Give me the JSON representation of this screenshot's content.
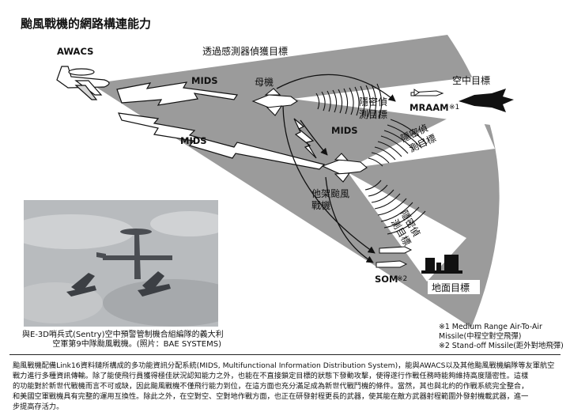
{
  "title": "颱風戰機的網路構連能力",
  "labels": {
    "awacs": "AWACS",
    "sensor_acquisition": "透過感測器偵獲目標",
    "mids_1": "MIDS",
    "mids_2": "MIDS",
    "mids_3": "MIDS",
    "mother_ship": "母機",
    "other_typhoon_line1": "他架颱風",
    "other_typhoon_line2": "戰機",
    "stealth_detect_a_line1": "隱密偵",
    "stealth_detect_a_line2": "測目標",
    "stealth_detect_b_line1": "隱密偵",
    "stealth_detect_b_line2": "測目標",
    "stealth_detect_c_line1": "隱密偵",
    "stealth_detect_c_line2": "測目標",
    "air_target": "空中目標",
    "mraam": "MRAAM",
    "mraam_note": "※1",
    "ground_target": "地面目標",
    "som": "SOM",
    "som_note": "※2"
  },
  "photo": {
    "caption_line1": "與E-3D哨兵式(Sentry)空中預警管制機合組編隊的義大利",
    "caption_line2": "空軍第9中隊颱風戰機。(照片：BAE SYSTEMS)"
  },
  "footnotes": [
    "※1 Medium Range Air-To-Air",
    "Missile(中程空對空飛彈)",
    "※2 Stand-off Missile(距外對地飛彈)"
  ],
  "body_text": [
    "颱風戰機配備Link16資料鏈所構成的多功能資訊分配系統(MIDS, Multifunctional Information Distribution System)，能與AWACS以及其他颱風戰機編隊等友軍航空",
    "戰力進行多種資訊傳輸。除了能使飛行員獲得極佳狀況認知能力之外，也能在不直接鎖定目標的狀態下發動攻擊，使得遂行作戰任務時能夠維持高度隱密性。這樣",
    "的功能對於新世代戰機而言不可或缺，因此颱風戰機不僅飛行能力到位，在這方面也充分滿足成為新世代戰鬥機的條件。當然，其也與北約的作戰系統完全整合，",
    "和美國空軍戰機具有完整的運用互換性。除此之外，在空對空、空對地作戰方面，也正在研發射程更長的武器，使其能在敵方武器射程範圍外發射機載武器，進一",
    "步提高存活力。"
  ],
  "colors": {
    "radar_cone": "#9b9b9b",
    "cone_inner": "#ffffff",
    "text": "#111111"
  }
}
